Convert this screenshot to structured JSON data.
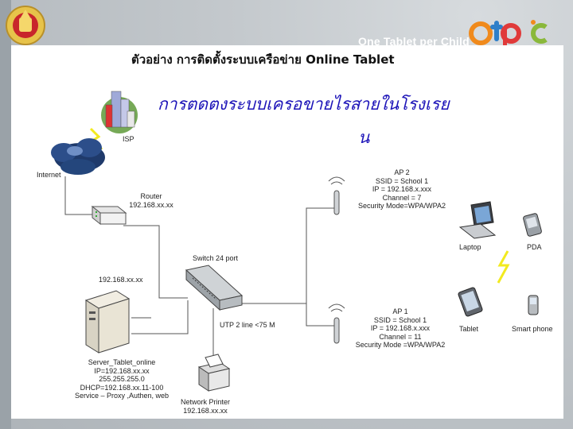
{
  "banner": {
    "tagline": "One Tablet per Child",
    "brand_logo": "OTPC logo"
  },
  "title": "ตัวอย่าง การติดตั้งระบบเครือข่าย Online Tablet",
  "headline": {
    "line1": "การตดตงระบบเครอขายไรสายในโรงเรย",
    "line2": "น"
  },
  "colors": {
    "headline": "#1c13b8",
    "wire": "#555555",
    "lightning": "#f2ea1f"
  },
  "diagram": {
    "isp": "ISP",
    "internet": "Internet",
    "router": {
      "name": "Router",
      "ip": "192.168.xx.xx"
    },
    "switch": {
      "name": "Switch 24 port"
    },
    "server": {
      "ip_top": "192.168.xx.xx",
      "lines": [
        "Server_Tablet_online",
        "IP=192.168.xx.xx",
        "255.255.255.0",
        "DHCP=192.168.xx.11-100",
        "Service – Proxy ,Authen, web"
      ]
    },
    "printer": {
      "name": "Network Printer",
      "ip": "192.168.xx.xx"
    },
    "link_label": "UTP 2 line <75 M",
    "ap2": {
      "name": "AP 2",
      "ssid": "SSID = School 1",
      "ip": "IP = 192.168.x.xxx",
      "channel": "Channel = 7",
      "security": "Security Mode=WPA/WPA2"
    },
    "ap1": {
      "name": "AP 1",
      "ssid": "SSID = School 1",
      "ip": "IP = 192.168.x.xxx",
      "channel": "Channel = 11",
      "security": "Security Mode =WPA/WPA2"
    },
    "clients": {
      "laptop": "Laptop",
      "pda": "PDA",
      "tablet": "Tablet",
      "smartphone": "Smart phone"
    }
  }
}
